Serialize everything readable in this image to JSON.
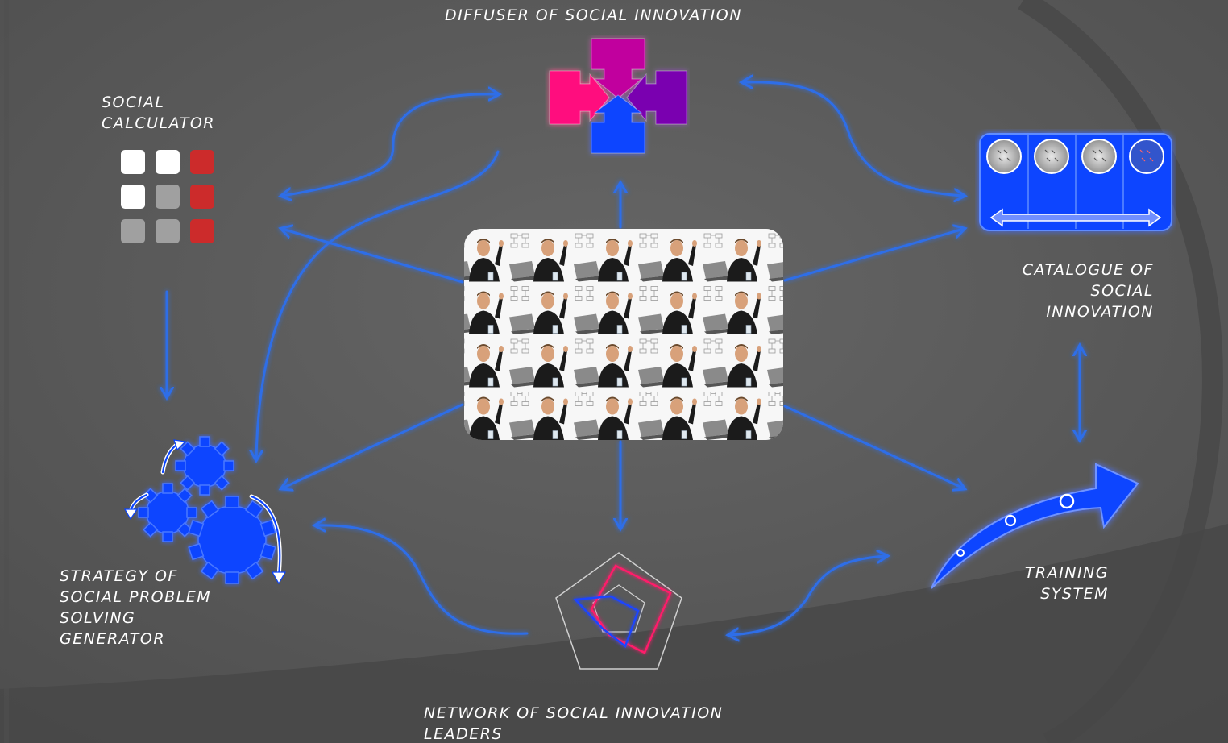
{
  "labels": {
    "diffuser": "DIFFUSER OF SOCIAL INNOVATION",
    "calculator_line1": "SOCIAL",
    "calculator_line2": "CALCULATOR",
    "catalogue_line1": "CATALOGUE OF",
    "catalogue_line2": "SOCIAL",
    "catalogue_line3": "INNOVATION",
    "strategy_line1": "STRATEGY OF",
    "strategy_line2": "SOCIAL PROBLEM",
    "strategy_line3": "SOLVING",
    "strategy_line4": "GENERATOR",
    "training_line1": "TRAINING",
    "training_line2": "SYSTEM",
    "network_line1": "NETWORK OF SOCIAL INNOVATION",
    "network_line2": "LEADERS"
  },
  "colors": {
    "background": "#5a5a5a",
    "arrow": "#2f6ee8",
    "icon_blue": "#0a44ff",
    "magenta": "#c1009e",
    "pink": "#ff0b7e",
    "purple": "#7a00b0",
    "tile_red": "#cc2b2b",
    "tile_white": "#ffffff",
    "tile_grey": "#a0a0a0",
    "radar_pink": "#ff1a6a",
    "radar_blue": "#1f44ff"
  },
  "icons": {
    "center": "people-photo-collage-image",
    "diffuser": "four-arrows-converging-icon",
    "calculator": "tile-grid-icon",
    "catalogue": "catalogue-cards-icon",
    "strategy": "gears-icon",
    "training": "curved-arrow-icon",
    "network": "radar-chart-icon"
  }
}
